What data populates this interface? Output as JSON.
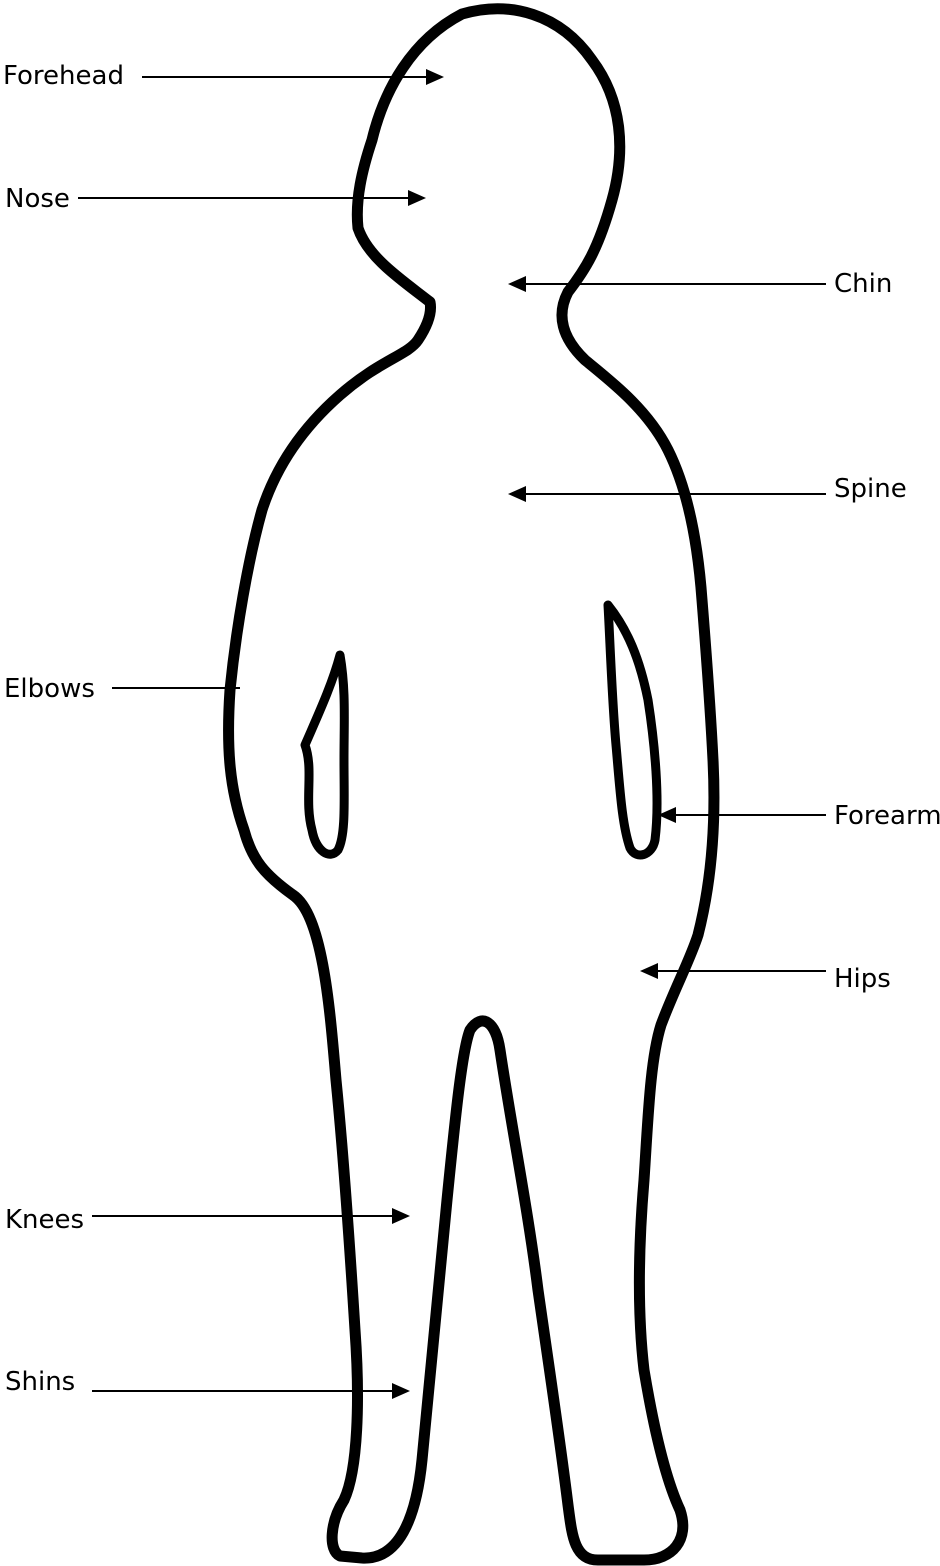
{
  "colors": {
    "outline": "#000000",
    "background": "#ffffff"
  },
  "labels": {
    "forehead": "Forehead",
    "nose": "Nose",
    "chin": "Chin",
    "spine": "Spine",
    "elbows": "Elbows",
    "forearm": "Forearm",
    "hips": "Hips",
    "knees": "Knees",
    "shins": "Shins"
  }
}
